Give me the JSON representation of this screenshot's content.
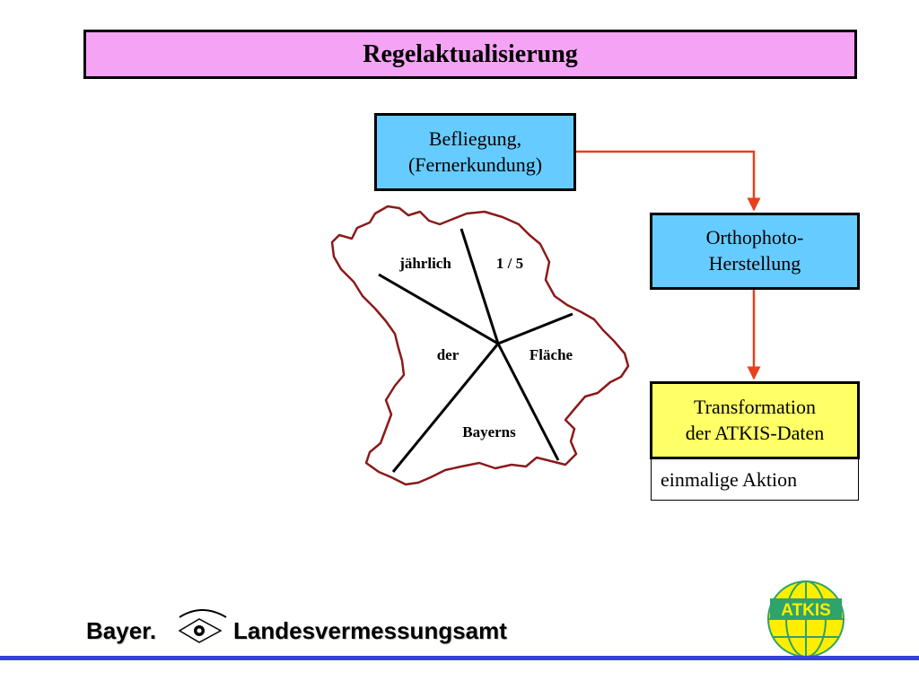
{
  "title": "Regelaktualisierung",
  "boxes": {
    "befliegung": "Befliegung,\n(Fernerkundung)",
    "orthophoto": "Orthophoto-\nHerstellung",
    "transformation": "Transformation\nder ATKIS-Daten"
  },
  "note": "einmalige Aktion",
  "map_labels": {
    "jaehrlich": "jährlich",
    "fraction": "1 / 5",
    "der": "der",
    "flaeche": "Fläche",
    "bayerns": "Bayerns"
  },
  "footer": {
    "left": "Bayer.",
    "right": "Landesvermessungsamt"
  },
  "logo": {
    "text": "ATKIS"
  },
  "colors": {
    "title_bg": "#f5a3f5",
    "box_blue": "#66ccff",
    "box_yellow": "#ffff66",
    "arrow": "#e8401c",
    "map_border": "#8b1a1a",
    "footer_line": "#3344dd",
    "logo_yellow": "#ffee00",
    "logo_green": "#2ea36a"
  }
}
